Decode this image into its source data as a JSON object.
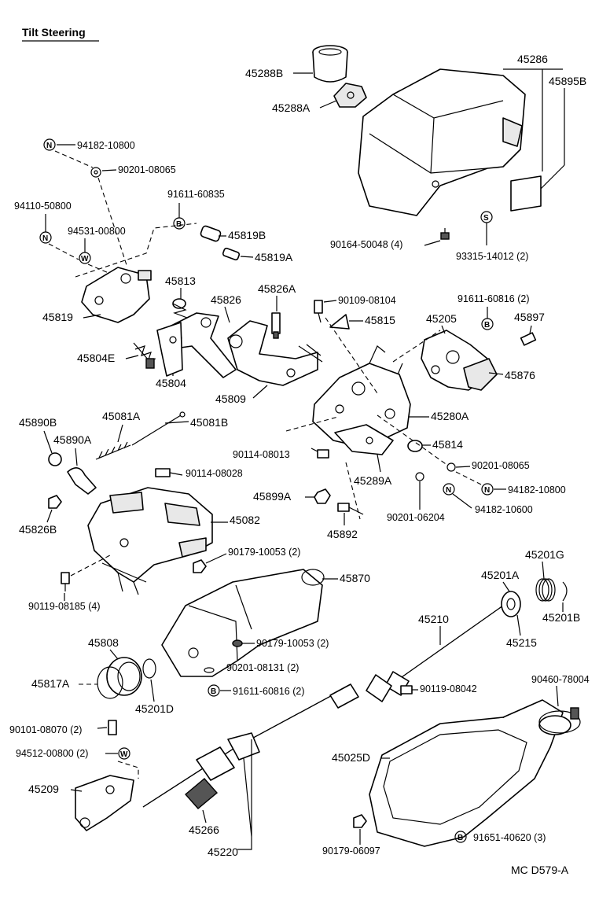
{
  "title": "Tilt Steering",
  "footer": "MC D579-A",
  "labels": {
    "p45288B": "45288B",
    "p45288A": "45288A",
    "p45286": "45286",
    "p45895B": "45895B",
    "p94182_10800_a": "94182-10800",
    "p90201_08065_a": "90201-08065",
    "p91611_60835": "91611-60835",
    "p94110_50800": "94110-50800",
    "p94531_00800": "94531-00800",
    "p45819B": "45819B",
    "p45819A": "45819A",
    "p90164_50048": "90164-50048 (4)",
    "p93315_14012": "93315-14012 (2)",
    "p45819": "45819",
    "p45813": "45813",
    "p45826": "45826",
    "p45826A": "45826A",
    "p90109_08104": "90109-08104",
    "p45815": "45815",
    "p91611_60816_a": "91611-60816 (2)",
    "p45205": "45205",
    "p45897": "45897",
    "p45804E": "45804E",
    "p45804": "45804",
    "p45809": "45809",
    "p45876": "45876",
    "p45280A": "45280A",
    "p45890B": "45890B",
    "p45081A": "45081A",
    "p45081B": "45081B",
    "p45890A": "45890A",
    "p90114_08013": "90114-08013",
    "p45814": "45814",
    "p90114_08028": "90114-08028",
    "p90201_08065_b": "90201-08065",
    "p45289A": "45289A",
    "p94182_10800_b": "94182-10800",
    "p45899A": "45899A",
    "p45826B": "45826B",
    "p45082": "45082",
    "p90201_06204": "90201-06204",
    "p94182_10600": "94182-10600",
    "p45892": "45892",
    "p90179_10053_a": "90179-10053 (2)",
    "p90119_08185": "90119-08185 (4)",
    "p45870": "45870",
    "p45201G": "45201G",
    "p45201A": "45201A",
    "p45210": "45210",
    "p45201B": "45201B",
    "p45215": "45215",
    "p45808": "45808",
    "p90179_10053_b": "90179-10053 (2)",
    "p45817A": "45817A",
    "p90201_08131": "90201-08131 (2)",
    "p45201D": "45201D",
    "p91611_60816_b": "91611-60816 (2)",
    "p90119_08042": "90119-08042",
    "p90460_78004": "90460-78004",
    "p90101_08070": "90101-08070 (2)",
    "p94512_00800": "94512-00800 (2)",
    "p45025D": "45025D",
    "p45209": "45209",
    "p45266": "45266",
    "p45220": "45220",
    "p90179_06097": "90179-06097",
    "p91651_40620": "91651-40620 (3)"
  },
  "badges": {
    "n": "N",
    "w": "W",
    "b": "B",
    "s": "S"
  }
}
